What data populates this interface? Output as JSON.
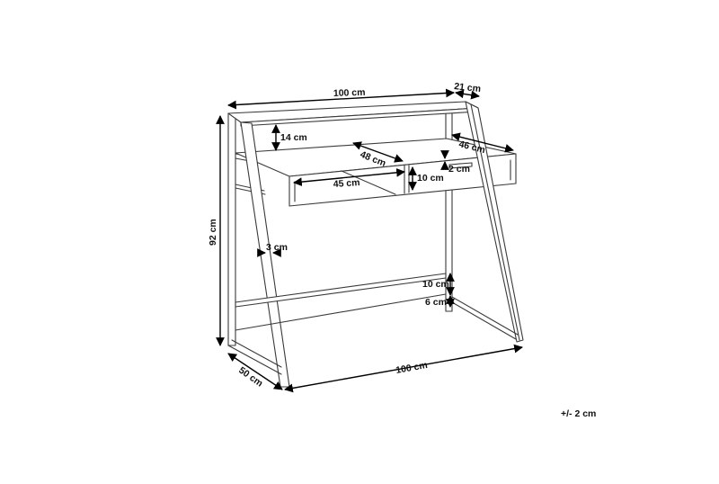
{
  "diagram": {
    "subject": "desk-with-drawer-dimension-drawing",
    "dimensions": {
      "top_width": "100 cm",
      "shelf_depth": "21 cm",
      "shelf_height": "14 cm",
      "desk_depth_right": "46 cm",
      "drawer_depth": "48 cm",
      "handle_height": "2 cm",
      "drawer_width": "45 cm",
      "drawer_height": "10 cm",
      "total_height": "92 cm",
      "leg_thickness": "3 cm",
      "crossbar_height": "10 cm",
      "crossbar_clearance": "6 cm",
      "base_depth": "50 cm",
      "base_width": "100 cm"
    },
    "tolerance": "+/- 2 cm",
    "colors": {
      "line": "#3a3a3a",
      "dimension_arrow": "#000000",
      "background": "#ffffff"
    }
  }
}
